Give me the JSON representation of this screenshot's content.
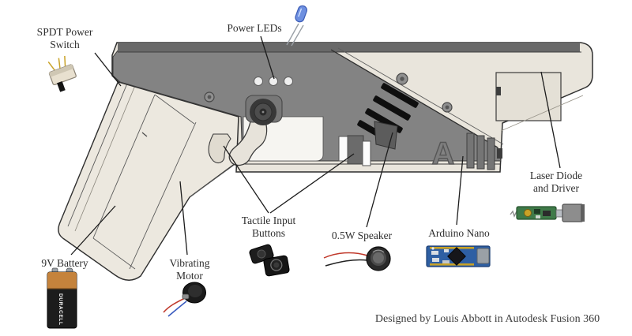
{
  "caption": "Designed by Louis Abbott in Autodesk Fusion 360",
  "embossed_letter": "A",
  "battery_brand": "DURACELL",
  "labels": {
    "spdt": {
      "line1": "SPDT Power",
      "line2": "Switch"
    },
    "power_leds": {
      "line1": "Power LEDs"
    },
    "battery": {
      "line1": "9V Battery"
    },
    "motor": {
      "line1": "Vibrating",
      "line2": "Motor"
    },
    "tactile": {
      "line1": "Tactile Input",
      "line2": "Buttons"
    },
    "speaker": {
      "line1": "0.5W Speaker"
    },
    "arduino": {
      "line1": "Arduino Nano"
    },
    "laser": {
      "line1": "Laser Diode",
      "line2": "and Driver"
    }
  },
  "colors": {
    "shell_beige": "#e9e5dc",
    "body_gray": "#838383",
    "top_strip_gray": "#696969",
    "outline": "#2f2f2f",
    "grille_black": "#0f0f0f",
    "battery_copper": "#c5833c",
    "battery_black": "#1c1c1c",
    "arduino_blue": "#2e5fa3",
    "laser_pcb_green": "#3f7a49",
    "led_blue": "#6d8fe0",
    "wire_red": "#c0392b",
    "wire_blue": "#3a5bbf",
    "wire_black": "#222222"
  }
}
